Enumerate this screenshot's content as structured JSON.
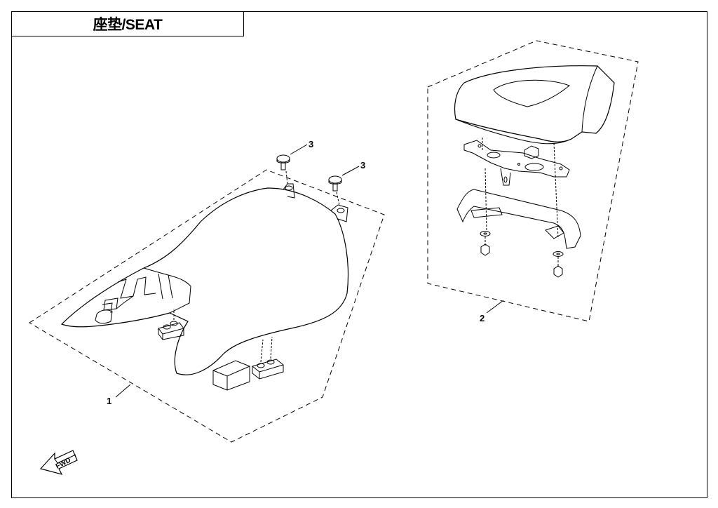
{
  "title": "座垫/SEAT",
  "callouts": {
    "front_seat": "1",
    "rear_seat": "2",
    "bolt_a": "3",
    "bolt_b": "3"
  },
  "forward_arrow": "FWD",
  "colors": {
    "line": "#000000",
    "background": "#ffffff"
  }
}
